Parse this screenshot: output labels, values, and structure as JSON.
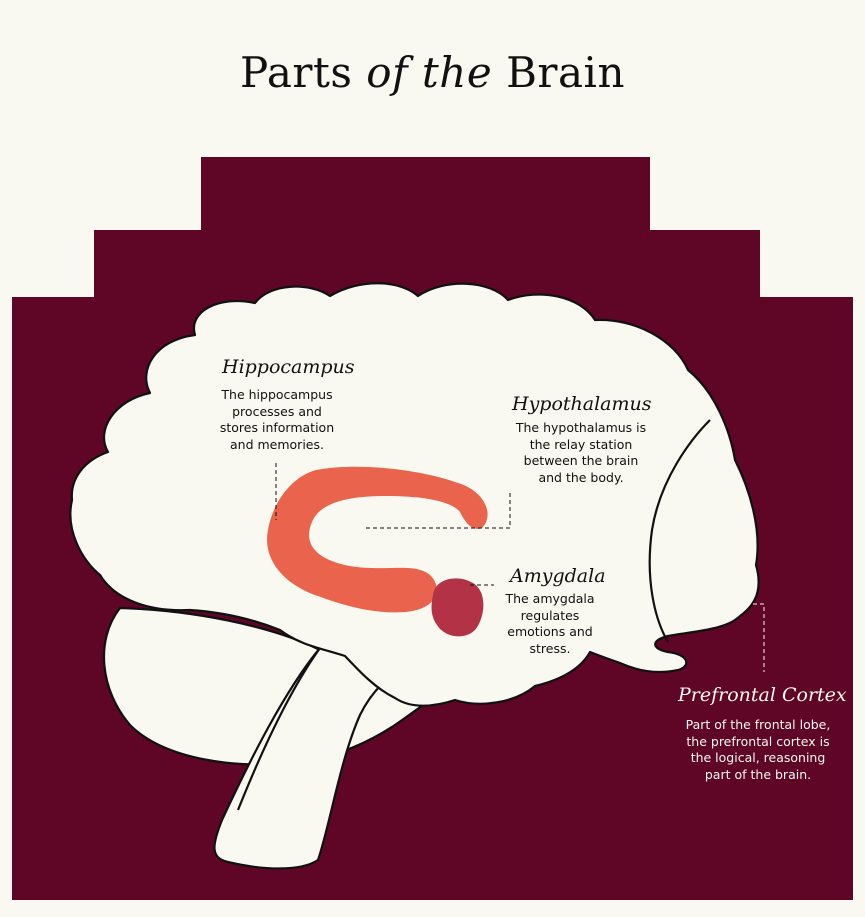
{
  "title": {
    "part1": "Parts",
    "part2": "of the",
    "part3": "Brain"
  },
  "colors": {
    "background": "#f9f8f1",
    "panel": "#5f0525",
    "brain": "#f9f8f1",
    "outline": "#111111",
    "hippocampus": "#e9634d",
    "amygdala": "#b33246"
  },
  "labels": {
    "hippocampus": {
      "title": "Hippocampus",
      "desc": "The hippocampus\nprocesses and\nstores information\nand memories."
    },
    "hypothalamus": {
      "title": "Hypothalamus",
      "desc": "The hypothalamus is\nthe relay station\nbetween the brain\nand the body."
    },
    "amygdala": {
      "title": "Amygdala",
      "desc": "The amygdala\nregulates\nemotions and\nstress."
    },
    "prefrontal": {
      "title": "Prefrontal Cortex",
      "desc": "Part of the frontal lobe,\nthe prefrontal cortex is\nthe logical, reasoning\npart of the brain."
    }
  }
}
